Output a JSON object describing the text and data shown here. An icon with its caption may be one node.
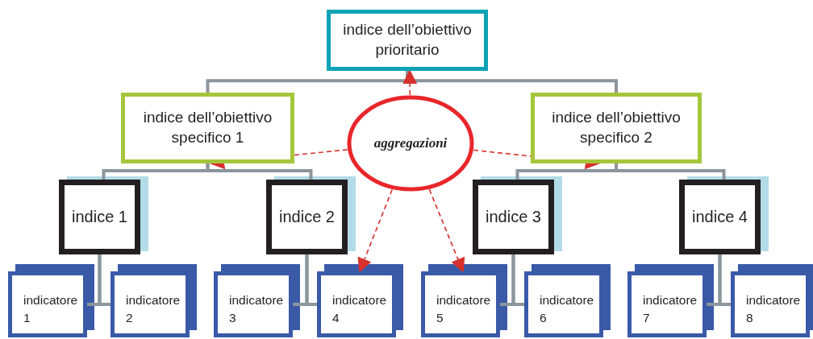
{
  "diagram": {
    "nodes": [
      {
        "text": [
          "indice dell’obiettivo prioritario"
        ]
      },
      {
        "text": [
          "indice dell’obiettivo specifico 1"
        ]
      },
      {
        "text": [
          "aggregazioni"
        ]
      },
      {
        "text": [
          "indice dell’obiettivo specifico 2"
        ]
      },
      {
        "text": [
          "indice 1"
        ]
      },
      {
        "text": [
          "indice 2"
        ]
      },
      {
        "text": [
          "indice 3"
        ]
      },
      {
        "text": [
          "indice 4"
        ]
      },
      {
        "text": [
          "indicatore 1"
        ]
      },
      {
        "text": [
          "indicatore 2"
        ]
      },
      {
        "text": [
          "indicatore 3"
        ]
      },
      {
        "text": [
          "indicatore 4"
        ]
      },
      {
        "text": [
          "indicatore 5"
        ]
      },
      {
        "text": [
          "indicatore 6"
        ]
      },
      {
        "text": [
          "indicatore 7"
        ]
      },
      {
        "text": [
          "indicatore 8"
        ]
      }
    ],
    "edges": [
      {
        "from": 0,
        "to": 1,
        "arrow": "none"
      },
      {
        "from": 0,
        "to": 3,
        "arrow": "none"
      },
      {
        "from": 1,
        "to": 4,
        "arrow": "none"
      },
      {
        "from": 1,
        "to": 5,
        "arrow": "none"
      },
      {
        "from": 3,
        "to": 6,
        "arrow": "none"
      },
      {
        "from": 3,
        "to": 7,
        "arrow": "none"
      },
      {
        "from": 4,
        "to": 8,
        "arrow": "none"
      },
      {
        "from": 4,
        "to": 9,
        "arrow": "none"
      },
      {
        "from": 5,
        "to": 10,
        "arrow": "none"
      },
      {
        "from": 5,
        "to": 11,
        "arrow": "none"
      },
      {
        "from": 6,
        "to": 12,
        "arrow": "none"
      },
      {
        "from": 6,
        "to": 13,
        "arrow": "none"
      },
      {
        "from": 7,
        "to": 14,
        "arrow": "none"
      },
      {
        "from": 7,
        "to": 15,
        "arrow": "none"
      },
      {
        "from": 2,
        "to": 0,
        "arrow": "to",
        "style": "dashed",
        "color": "#d8302c"
      },
      {
        "from": 2,
        "to": 1,
        "arrow": "to",
        "style": "dashed",
        "color": "#d8302c"
      },
      {
        "from": 2,
        "to": 3,
        "arrow": "to",
        "style": "dashed",
        "color": "#d8302c"
      },
      {
        "from": 2,
        "to": 11,
        "arrow": "to",
        "style": "dashed",
        "color": "#d8302c"
      },
      {
        "from": 2,
        "to": 12,
        "arrow": "to",
        "style": "dashed",
        "color": "#d8302c"
      }
    ]
  }
}
